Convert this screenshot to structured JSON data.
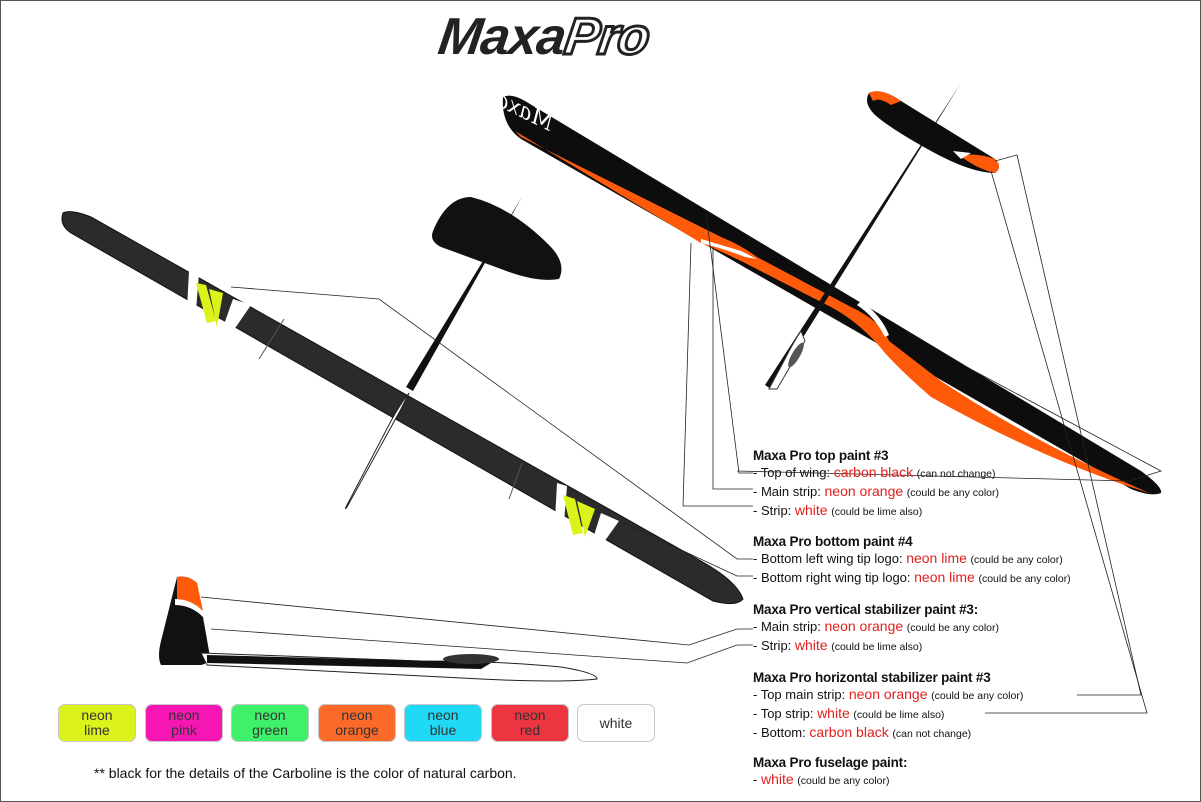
{
  "logo": {
    "text_left": "Maxa",
    "text_right": "Pro"
  },
  "specs": [
    {
      "title": "Maxa Pro top paint #3",
      "lines": [
        {
          "prefix": "- Top of wing: ",
          "color": "carbon black",
          "note": "(can not change)"
        },
        {
          "prefix": "- Main strip: ",
          "color": "neon orange",
          "note": "(could be any color)"
        },
        {
          "prefix": "- Strip: ",
          "color": "white",
          "note": "(could be lime also)"
        }
      ]
    },
    {
      "title": "Maxa Pro bottom paint #4",
      "lines": [
        {
          "prefix": "- Bottom left wing tip logo: ",
          "color": "neon lime",
          "note": "(could be any color)"
        },
        {
          "prefix": "- Bottom right wing tip logo: ",
          "color": "neon lime",
          "note": "(could be any color)"
        }
      ]
    },
    {
      "title": "Maxa Pro vertical stabilizer paint #3:",
      "lines": [
        {
          "prefix": "- Main strip: ",
          "color": "neon orange",
          "note": "(could be any color)"
        },
        {
          "prefix": "- Strip: ",
          "color": "white",
          "note": "(could be lime also)"
        }
      ]
    },
    {
      "title": "Maxa Pro horizontal stabilizer paint #3",
      "lines": [
        {
          "prefix": "- Top main strip: ",
          "color": "neon orange",
          "note": "(could be any color)"
        },
        {
          "prefix": "- Top strip: ",
          "color": "white",
          "note": "(could be lime also)"
        },
        {
          "prefix": "- Bottom: ",
          "color": "carbon black",
          "note": "(can not change)"
        }
      ]
    },
    {
      "title": "Maxa Pro fuselage paint:",
      "lines": [
        {
          "prefix": "- ",
          "color": "white",
          "note": "(could be any color)"
        }
      ]
    }
  ],
  "swatches": [
    {
      "label": "neon lime",
      "hex": "#dcf21b"
    },
    {
      "label": "neon pink",
      "hex": "#f516b3"
    },
    {
      "label": "neon green",
      "hex": "#3ef06a"
    },
    {
      "label": "neon orange",
      "hex": "#fc6a2a"
    },
    {
      "label": "neon blue",
      "hex": "#1fd9f5"
    },
    {
      "label": "neon red",
      "hex": "#ec3540"
    },
    {
      "label": "white",
      "hex": "#ffffff"
    }
  ],
  "footnote": "** black for the details of the Carboline is the color of natural carbon.",
  "colors": {
    "carbon_black": "#111111",
    "wing_dark": "#2b2b2b",
    "neon_orange": "#ff5a0a",
    "neon_lime": "#dcf21b",
    "accent_text": "#e0201e"
  }
}
